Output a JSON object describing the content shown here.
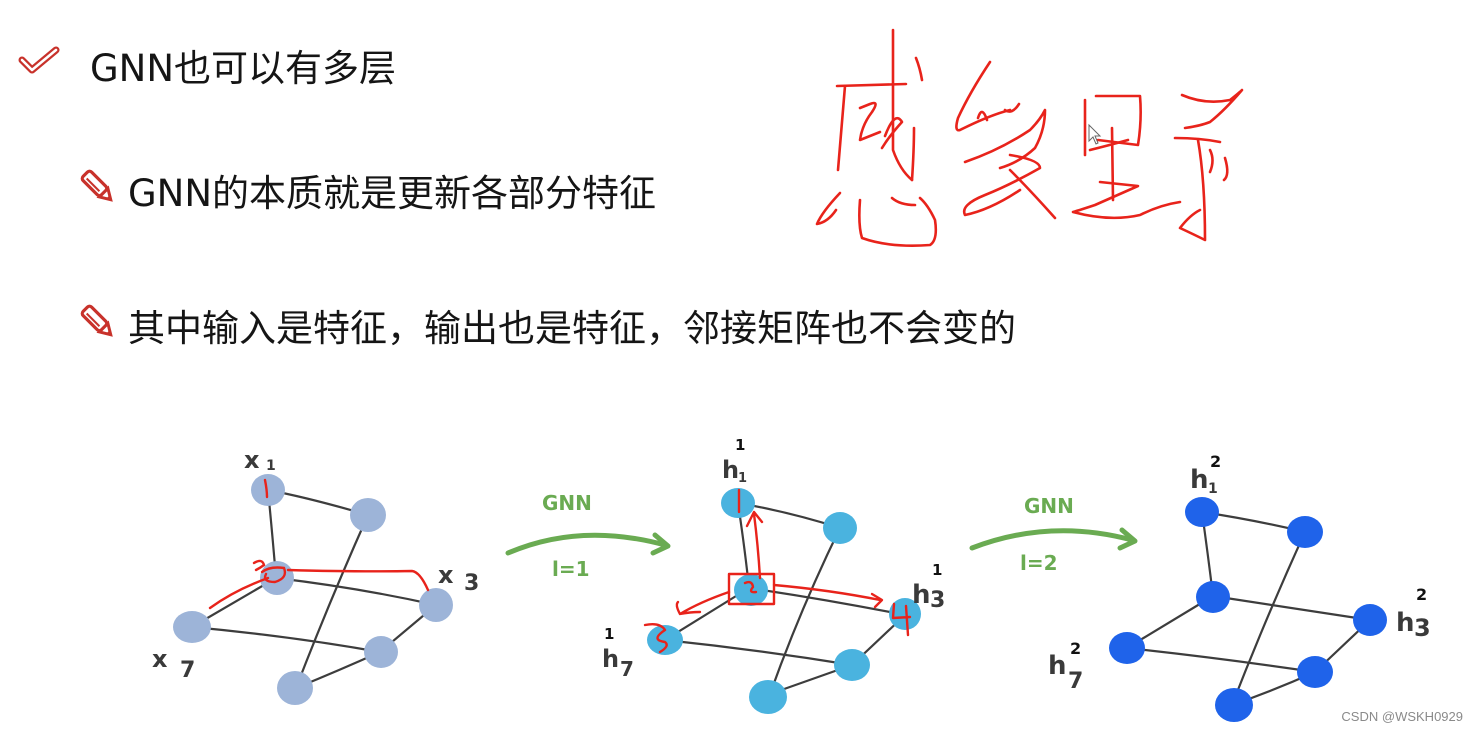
{
  "slide": {
    "bullets": [
      {
        "icon": "checkmark-icon",
        "text": "GNN也可以有多层"
      },
      {
        "icon": "pencil-icon",
        "text": "GNN的本质就是更新各部分特征"
      },
      {
        "icon": "pencil-icon",
        "text": "其中输入是特征，输出也是特征，邻接矩阵也不会变的"
      }
    ],
    "handwritten_annotation": "感受野",
    "colors": {
      "icon_red": "#c8322b",
      "ink_red": "#e8231b",
      "arrow_green": "#6aab52",
      "graph0_node": "#9db4d8",
      "graph1_node": "#4ab3df",
      "graph2_node": "#1f63ea",
      "edge": "#3d3d3d"
    }
  },
  "diagram": {
    "graphs": [
      {
        "name": "input",
        "labels": [
          "x₁",
          "x₃",
          "x₇"
        ],
        "label_parts": [
          {
            "base": "x",
            "sub": "1",
            "sup": ""
          },
          {
            "base": "x",
            "sub": "3",
            "sup": ""
          },
          {
            "base": "x",
            "sub": "7",
            "sup": ""
          }
        ]
      },
      {
        "name": "layer-1",
        "labels": [
          "h₁¹",
          "h₃¹",
          "h₇¹"
        ],
        "label_parts": [
          {
            "base": "h",
            "sub": "1",
            "sup": "1"
          },
          {
            "base": "h",
            "sub": "3",
            "sup": "1"
          },
          {
            "base": "h",
            "sub": "7",
            "sup": "1"
          }
        ]
      },
      {
        "name": "layer-2",
        "labels": [
          "h₁²",
          "h₃²",
          "h₇²"
        ],
        "label_parts": [
          {
            "base": "h",
            "sub": "1",
            "sup": "2"
          },
          {
            "base": "h",
            "sub": "3",
            "sup": "2"
          },
          {
            "base": "h",
            "sub": "7",
            "sup": "2"
          }
        ]
      }
    ],
    "arrows": [
      {
        "top": "GNN",
        "bottom": "l=1"
      },
      {
        "top": "GNN",
        "bottom": "l=2"
      }
    ],
    "annotations_red": {
      "graph0_marks": [
        "1",
        "2"
      ],
      "graph1_marks": [
        "1",
        "2",
        "3",
        "4"
      ]
    }
  },
  "watermark": "CSDN @WSKH0929"
}
